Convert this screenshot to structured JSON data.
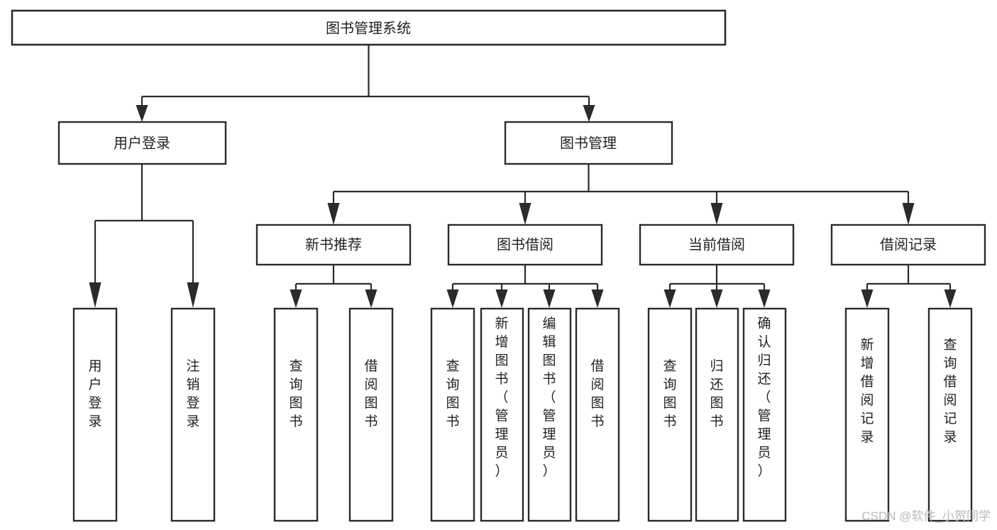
{
  "diagram": {
    "title": "图书管理系统",
    "type": "tree-hierarchy",
    "root": {
      "id": "root",
      "label": "图书管理系统"
    },
    "level2": [
      {
        "id": "user-login",
        "label": "用户登录"
      },
      {
        "id": "book-manage",
        "label": "图书管理"
      }
    ],
    "level3": [
      {
        "id": "new-book-recommend",
        "label": "新书推荐",
        "parent": "book-manage"
      },
      {
        "id": "book-borrow",
        "label": "图书借阅",
        "parent": "book-manage"
      },
      {
        "id": "current-borrow",
        "label": "当前借阅",
        "parent": "book-manage"
      },
      {
        "id": "borrow-record",
        "label": "借阅记录",
        "parent": "book-manage"
      }
    ],
    "leaves": [
      {
        "id": "leaf-user-login",
        "label": "用户登录",
        "parent": "user-login"
      },
      {
        "id": "leaf-logout-login",
        "label": "注销登录",
        "parent": "user-login"
      },
      {
        "id": "leaf-query-book-1",
        "label": "查询图书",
        "parent": "new-book-recommend"
      },
      {
        "id": "leaf-borrow-book-1",
        "label": "借阅图书",
        "parent": "new-book-recommend"
      },
      {
        "id": "leaf-query-book-2",
        "label": "查询图书",
        "parent": "book-borrow"
      },
      {
        "id": "leaf-add-book",
        "label": "新增图书（管理员）",
        "parent": "book-borrow"
      },
      {
        "id": "leaf-edit-book",
        "label": "编辑图书（管理员）",
        "parent": "book-borrow"
      },
      {
        "id": "leaf-borrow-book-2",
        "label": "借阅图书",
        "parent": "book-borrow"
      },
      {
        "id": "leaf-query-book-3",
        "label": "查询图书",
        "parent": "current-borrow"
      },
      {
        "id": "leaf-return-book",
        "label": "归还图书",
        "parent": "current-borrow"
      },
      {
        "id": "leaf-confirm-return",
        "label": "确认归还（管理员）",
        "parent": "current-borrow"
      },
      {
        "id": "leaf-add-record",
        "label": "新增借阅记录",
        "parent": "borrow-record"
      },
      {
        "id": "leaf-query-record",
        "label": "查询借阅记录",
        "parent": "borrow-record"
      }
    ]
  },
  "watermark": {
    "text": "CSDN @软件_小贺同学",
    "color": "#b9b9b9"
  },
  "colors": {
    "background": "#ffffff",
    "box_fill": "#ffffff",
    "box_stroke": "#2b2b2b",
    "text": "#222222",
    "connector": "#2b2b2b"
  }
}
